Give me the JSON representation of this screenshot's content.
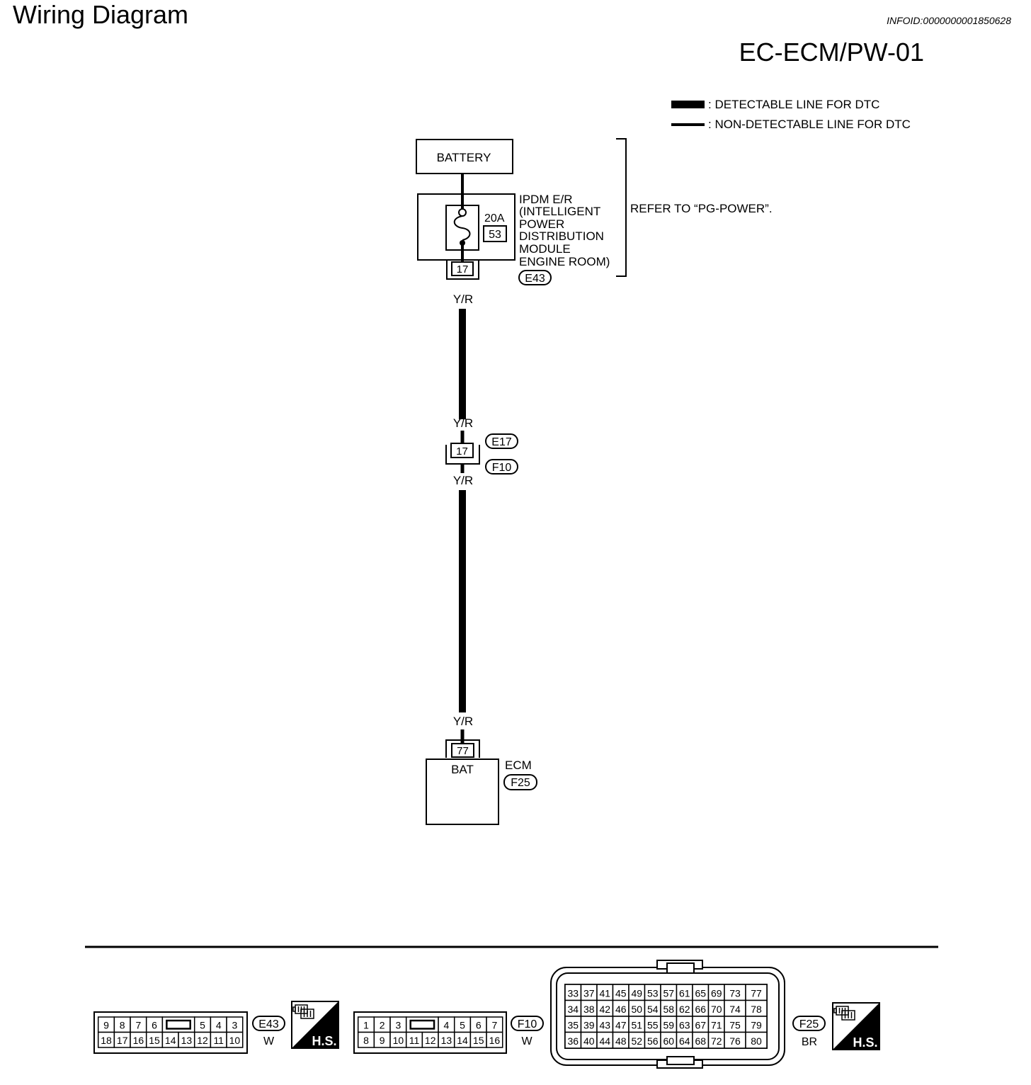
{
  "header": {
    "title": "Wiring Diagram",
    "info_id": "INFOID:0000000001850628",
    "diagram_code": "EC-ECM/PW-01"
  },
  "legend": {
    "detectable": ": DETECTABLE LINE FOR DTC",
    "non_detectable": ": NON-DETECTABLE LINE FOR DTC"
  },
  "battery": {
    "label": "BATTERY"
  },
  "ipdm": {
    "label_lines": [
      "IPDM E/R",
      "(INTELLIGENT",
      "POWER",
      "DISTRIBUTION",
      "MODULE",
      "ENGINE ROOM)"
    ],
    "fuse_rating": "20A",
    "fuse_number": "53",
    "pin": "17",
    "connector": "E43"
  },
  "refer_note": "REFER TO “PG-POWER”.",
  "wire": {
    "labels": [
      "Y/R",
      "Y/R",
      "Y/R",
      "Y/R"
    ]
  },
  "joint_connector": {
    "pin": "17",
    "upper_connector": "E17",
    "lower_connector": "F10"
  },
  "ecm": {
    "label": "ECM",
    "terminal": "BAT",
    "pin": "77",
    "connector": "F25"
  },
  "connector_views": {
    "e43": {
      "id": "E43",
      "color": "W",
      "badge": "H.S.",
      "row1": [
        "9",
        "8",
        "7",
        "6",
        "5",
        "4",
        "3"
      ],
      "row2": [
        "18",
        "17",
        "16",
        "15",
        "14",
        "13",
        "12",
        "11",
        "10"
      ]
    },
    "f10": {
      "id": "F10",
      "color": "W",
      "row1": [
        "1",
        "2",
        "3",
        "4",
        "5",
        "6",
        "7"
      ],
      "row2": [
        "8",
        "9",
        "10",
        "11",
        "12",
        "13",
        "14",
        "15",
        "16"
      ]
    },
    "f25": {
      "id": "F25",
      "color": "BR",
      "badge": "H.S.",
      "rows": [
        [
          "33",
          "37",
          "41",
          "45",
          "49",
          "53",
          "57",
          "61",
          "65",
          "69",
          "73",
          "77"
        ],
        [
          "34",
          "38",
          "42",
          "46",
          "50",
          "54",
          "58",
          "62",
          "66",
          "70",
          "74",
          "78"
        ],
        [
          "35",
          "39",
          "43",
          "47",
          "51",
          "55",
          "59",
          "63",
          "67",
          "71",
          "75",
          "79"
        ],
        [
          "36",
          "40",
          "44",
          "48",
          "52",
          "56",
          "60",
          "64",
          "68",
          "72",
          "76",
          "80"
        ]
      ]
    }
  }
}
